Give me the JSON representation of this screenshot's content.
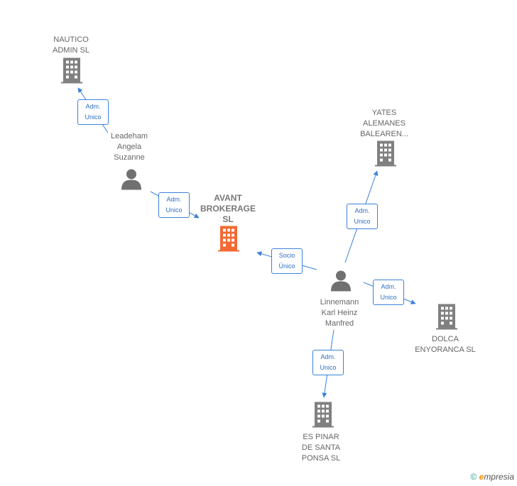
{
  "colors": {
    "company": "#808080",
    "main_company": "#f26a35",
    "person": "#707070",
    "edge": "#3b82d9"
  },
  "nodes": {
    "nautico": {
      "label": "NAUTICO\nADMIN  SL",
      "icon": "building-icon"
    },
    "leadeham": {
      "label": "Leadeham\nAngela\nSuzanne",
      "icon": "person-icon"
    },
    "avant": {
      "label": "AVANT\nBROKERAGE\nSL",
      "icon": "building-icon"
    },
    "yates": {
      "label": "YATES\nALEMANES\nBALEAREN...",
      "icon": "building-icon"
    },
    "linnemann": {
      "label": "Linnemann\nKarl Heinz\nManfred",
      "icon": "person-icon"
    },
    "dolca": {
      "label": "DOLCA\nENYORANCA SL",
      "icon": "building-icon"
    },
    "espinar": {
      "label": "ES PINAR\nDE SANTA\nPONSA SL",
      "icon": "building-icon"
    }
  },
  "edges": {
    "leadeham_nautico": "Adm.\nUnico",
    "leadeham_avant": "Adm.\nUnico",
    "linnemann_avant": "Socio\nÚnico",
    "linnemann_yates": "Adm.\nUnico",
    "linnemann_dolca": "Adm.\nUnico",
    "linnemann_espinar": "Adm.\nUnico"
  },
  "footer": {
    "copyright": "©",
    "brand_initial": "e",
    "brand_rest": "mpresia"
  }
}
